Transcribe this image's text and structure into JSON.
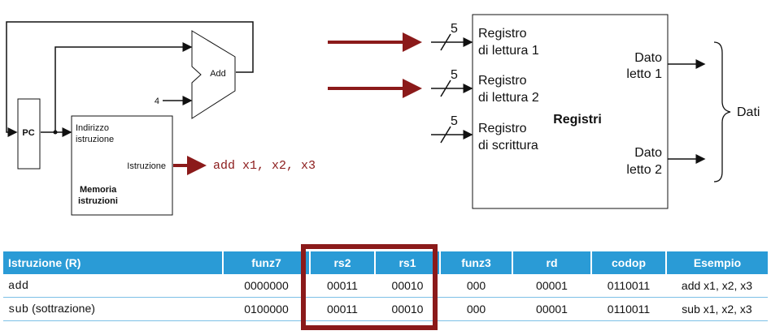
{
  "datapath": {
    "pc_label": "PC",
    "adder_label": "Add",
    "adder_const": "4",
    "memory": {
      "address_line1": "Indirizzo",
      "address_line2": "istruzione",
      "output": "Istruzione",
      "title_line1": "Memoria",
      "title_line2": "istruzioni"
    },
    "instruction_text": "add x1, x2, x3"
  },
  "registers": {
    "title": "Registri",
    "bus_width": "5",
    "read1_line1": "Registro",
    "read1_line2": "di lettura 1",
    "read2_line1": "Registro",
    "read2_line2": "di lettura 2",
    "write_line1": "Registro",
    "write_line2": "di scrittura",
    "data1_line1": "Dato",
    "data1_line2": "letto 1",
    "data2_line1": "Dato",
    "data2_line2": "letto 2",
    "data_label": "Dati"
  },
  "table": {
    "headers": [
      "Istruzione (R)",
      "funz7",
      "rs2",
      "rs1",
      "funz3",
      "rd",
      "codop",
      "Esempio"
    ],
    "rows": [
      {
        "instr_code": "add",
        "instr_extra": "",
        "funz7": "0000000",
        "rs2": "00011",
        "rs1": "00010",
        "funz3": "000",
        "rd": "00001",
        "codop": "0110011",
        "example": "add x1, x2, x3"
      },
      {
        "instr_code": "sub",
        "instr_extra": " (sottrazione)",
        "funz7": "0100000",
        "rs2": "00011",
        "rs1": "00010",
        "funz3": "000",
        "rd": "00001",
        "codop": "0110011",
        "example": "sub x1, x2, x3"
      }
    ]
  },
  "colors": {
    "accent_red": "#8b1a1a",
    "header_blue": "#2a9bd6"
  }
}
